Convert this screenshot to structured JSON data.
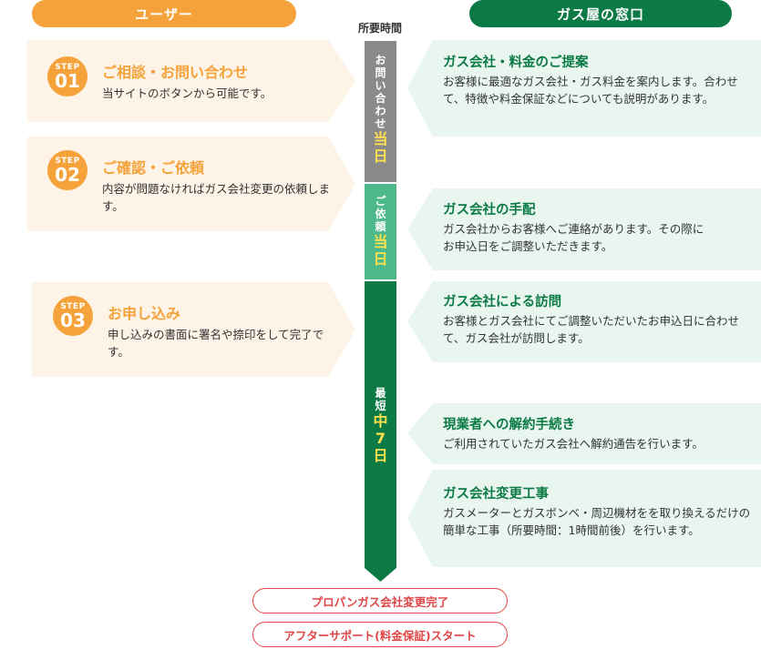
{
  "header": {
    "user_label": "ユーザー",
    "shop_label": "ガス屋の窓口",
    "required_time_label": "所要時間"
  },
  "colors": {
    "orange": "#f5a23a",
    "green": "#0c7a45",
    "light_green": "#4db88a",
    "gray": "#8a8a8a",
    "red": "#e04545",
    "step_bg": "#fdf3e6",
    "right_bg": "#e8f6ef"
  },
  "steps": [
    {
      "badge_word": "STEP",
      "badge_num": "01",
      "title": "ご相談・お問い合わせ",
      "desc": "当サイトのボタンから可能です。"
    },
    {
      "badge_word": "STEP",
      "badge_num": "02",
      "title": "ご確認・ご依頼",
      "desc": "内容が問題なければガス会社変更の依頼します。"
    },
    {
      "badge_word": "STEP",
      "badge_num": "03",
      "title": "お申し込み",
      "desc": "申し込みの書面に署名や捺印をして完了です。"
    }
  ],
  "timeline": [
    {
      "text": "お問い合わせ",
      "highlight": "当日"
    },
    {
      "text": "ご依頼",
      "highlight": "当日"
    },
    {
      "text": "最短",
      "highlight": "中7日"
    }
  ],
  "shop_steps": [
    {
      "title": "ガス会社・料金のご提案",
      "desc": "お客様に最適なガス会社・ガス料金を案内します。合わせて、特徴や料金保証などについても説明があります。"
    },
    {
      "title": "ガス会社の手配",
      "desc": "ガス会社からお客様へご連絡があります。その際にお申込日をご調整いただきます。"
    },
    {
      "title": "ガス会社による訪問",
      "desc": "お客様とガス会社にてご調整いただいたお申込日に合わせて、ガス会社が訪問します。"
    },
    {
      "title": "現業者への解約手続き",
      "desc": "ご利用されていたガス会社へ解約通告を行います。"
    },
    {
      "title": "ガス会社変更工事",
      "desc": "ガスメーターとガスボンベ・周辺機材をを取り換えるだけの簡単な工事（所要時間：1時間前後）を行います。"
    }
  ],
  "completion": [
    "プロパンガス会社変更完了",
    "アフターサポート(料金保証)スタート"
  ]
}
